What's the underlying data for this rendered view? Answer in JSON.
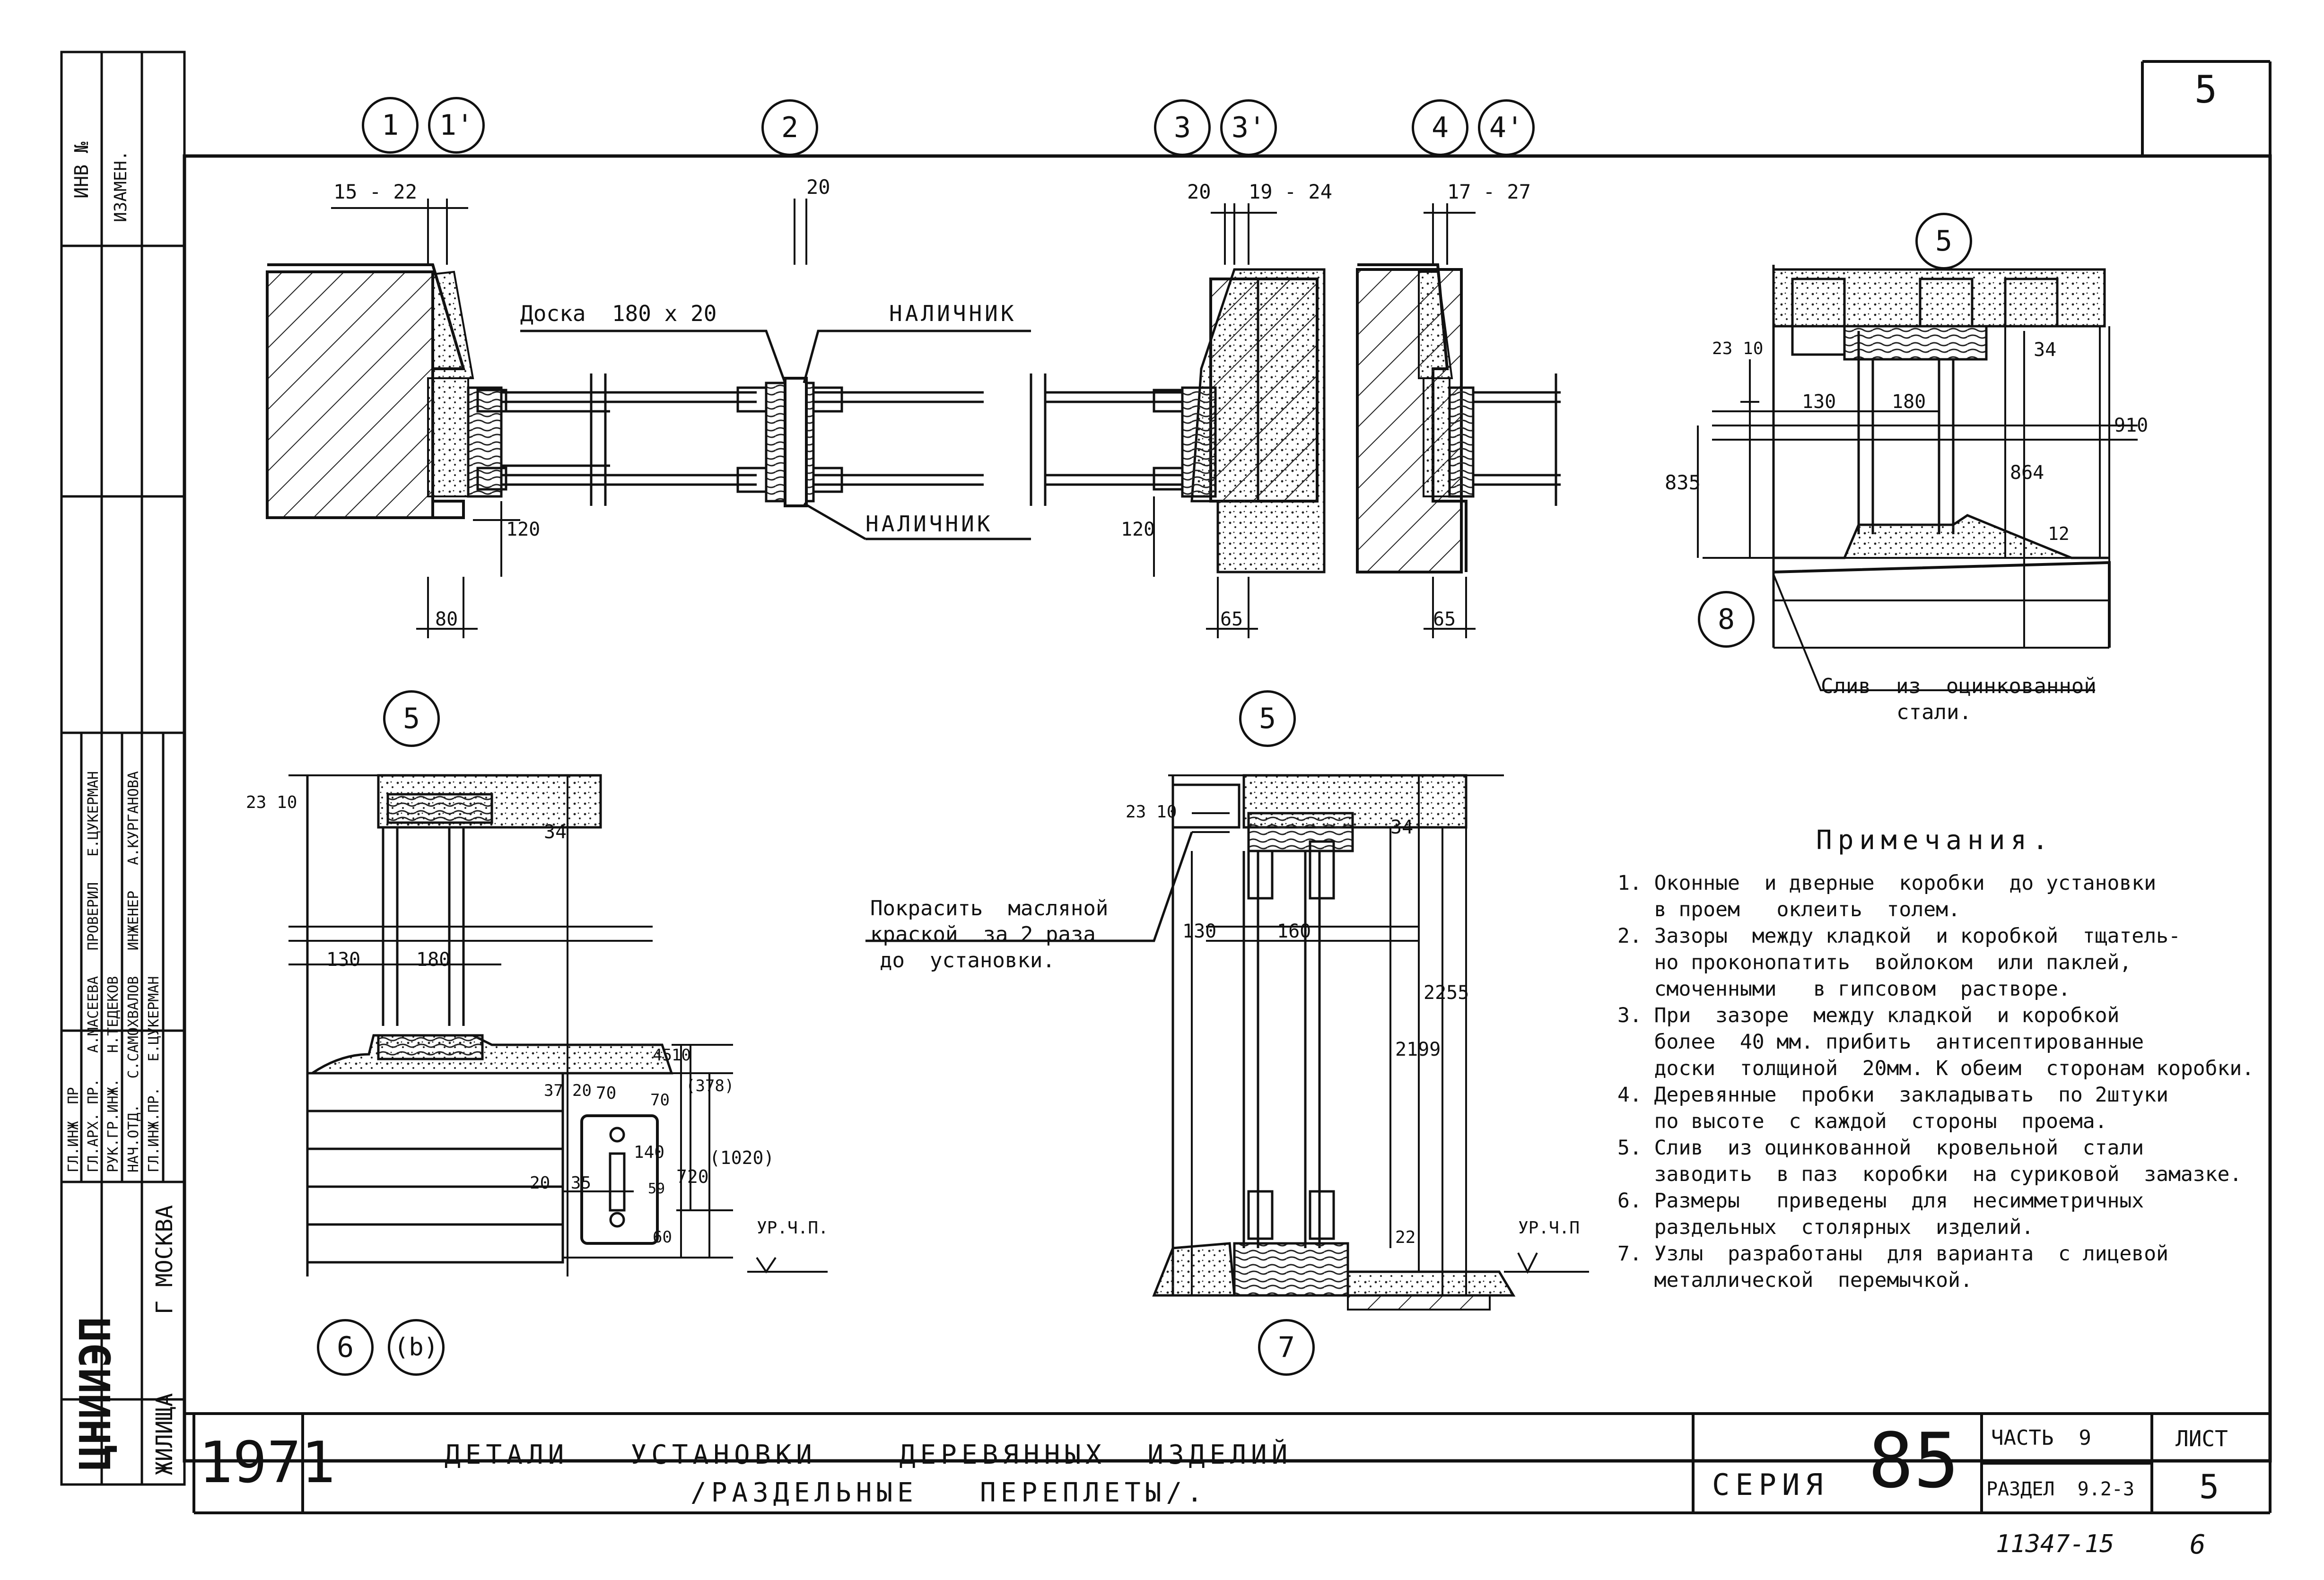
{
  "sheet_number_corner": "5",
  "callouts": {
    "c1": "1",
    "c1p": "1'",
    "c2": "2",
    "c3": "3",
    "c3p": "3'",
    "c4": "4",
    "c4p": "4'",
    "c5a": "5",
    "c5b": "5",
    "c5c": "5",
    "c6": "6",
    "c6b": "(b)",
    "c7": "7",
    "c8": "8"
  },
  "dimensions": {
    "d15_22": "15 - 22",
    "d20a": "20",
    "d20b": "20",
    "d19_24": "19 - 24",
    "d17_27": "17 - 27",
    "d80": "80",
    "d120a": "120",
    "d120b": "120",
    "d65a": "65",
    "d65b": "65",
    "d23_10a": "23 10",
    "d130a": "130",
    "d180a": "180",
    "d34a": "34",
    "d835": "835",
    "d864": "864",
    "d910": "910",
    "d12": "12",
    "d23_10b": "23 10",
    "d34b": "34",
    "d130b": "130",
    "d180b": "180",
    "d37": "37",
    "d20c": "20",
    "d70a": "70",
    "d140": "140",
    "d45": "45",
    "d10": "10",
    "d378": "(378)",
    "d70b": "70",
    "d59": "59",
    "d720": "720",
    "d1020": "(1020)",
    "d60": "60",
    "d20_35": "20  35",
    "d23_10c": "23 10",
    "d34c": "34",
    "d130c": "130",
    "d160": "160",
    "d2199": "2199",
    "d2255": "2255",
    "d22": "22"
  },
  "labels": {
    "board": "Доска  180 х 20",
    "casing_top": "НАЛИЧНИК",
    "casing_bottom": "НАЛИЧНИК",
    "drip": "Слив  из  оцинкованной",
    "drip2": "стали.",
    "paint1": "Покрасить  масляной",
    "paint2": "краской  за 2 раза",
    "paint3": "до  установки.",
    "floor_a": "УР.Ч.П.",
    "floor_b": "УР.Ч.П"
  },
  "notes": {
    "title": "Примечания.",
    "lines": [
      "1. Оконные  и дверные  коробки  до установки",
      "   в проем   оклеить  толем.",
      "2. Зазоры  между кладкой  и коробкой  тщатель-",
      "   но проконопатить  войлоком  или паклей,",
      "   смоченными   в гипсовом  растворе.",
      "3. При  зазоре  между кладкой  и коробкой",
      "   более  40 мм. прибить  антисептированные",
      "   доски  толщиной  20мм. К обеим  сторонам коробки.",
      "4. Деревянные  пробки  закладывать  по 2штуки",
      "   по высоте  с каждой  стороны  проема.",
      "5. Слив  из оцинкованной  кровельной  стали",
      "   заводить  в паз  коробки  на суриковой  замазке.",
      "6. Размеры   приведены  для  несимметричных",
      "   раздельных  столярных  изделий.",
      "7. Узлы  разработаны  для варианта  с лицевой",
      "   металлической  перемычкой."
    ]
  },
  "title_block": {
    "year": "1971",
    "title1": "ДЕТАЛИ   УСТАНОВКИ    ДЕРЕВЯННЫХ  ИЗДЕЛИЙ",
    "title2": "/РАЗДЕЛЬНЫЕ   ПЕРЕПЛЕТЫ/.",
    "series_label": "СЕРИЯ",
    "series_value": "85",
    "part_label": "ЧАСТЬ  9",
    "section_label": "РАЗДЕЛ  9.2-3",
    "sheet_label": "ЛИСТ",
    "sheet_value": "5",
    "inventory": "11347-15",
    "page": "6"
  },
  "side_stamp": {
    "inv": "ИНВ №",
    "zamen": "ИЗАМЕН.",
    "org1": "ЦНИИЭП",
    "city": "Г МОСКВА",
    "org2": "ЖИЛИЩА",
    "rows": [
      "ГЛ.ИНЖ  ПР",
      "ГЛ.АРХ. ПР.   А.МАСЕЕВА   ПРОВЕРИЛ   Е.ЦУКЕРМАН",
      "РУК.ГР.ИНЖ.   Н.ТЕДЕКОВ",
      "НАЧ.ОТД.   С.САМОХВАЛОВ   ИНЖЕНЕР   А.КУРГАНОВА",
      "ГЛ.ИНЖ.ПР.   Е.ЦУКЕРМАН"
    ]
  }
}
